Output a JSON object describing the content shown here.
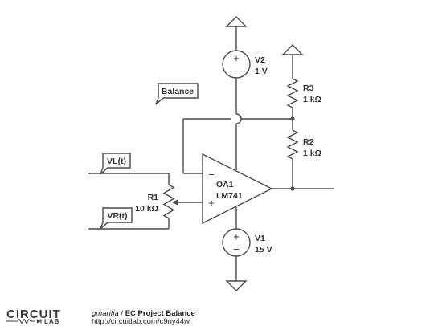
{
  "components": {
    "V2": {
      "name": "V2",
      "value": "1 V"
    },
    "V1": {
      "name": "V1",
      "value": "15 V"
    },
    "R3": {
      "name": "R3",
      "value": "1 kΩ"
    },
    "R2": {
      "name": "R2",
      "value": "1 kΩ"
    },
    "R1": {
      "name": "R1",
      "value": "10 kΩ"
    },
    "OA1": {
      "name": "OA1",
      "model": "LM741"
    }
  },
  "net_labels": {
    "balance": "Balance",
    "vl": "VL(t)",
    "vr": "VR(t)"
  },
  "symbols": {
    "plus": "+",
    "minus": "−"
  },
  "footer": {
    "logo_top": "CIRCUIT",
    "logo_bottom": "LAB",
    "author": "gmarifia",
    "separator": " / ",
    "project_title": "EC Project Balance",
    "url": "http://circuitlab.com/c9ny44w"
  }
}
